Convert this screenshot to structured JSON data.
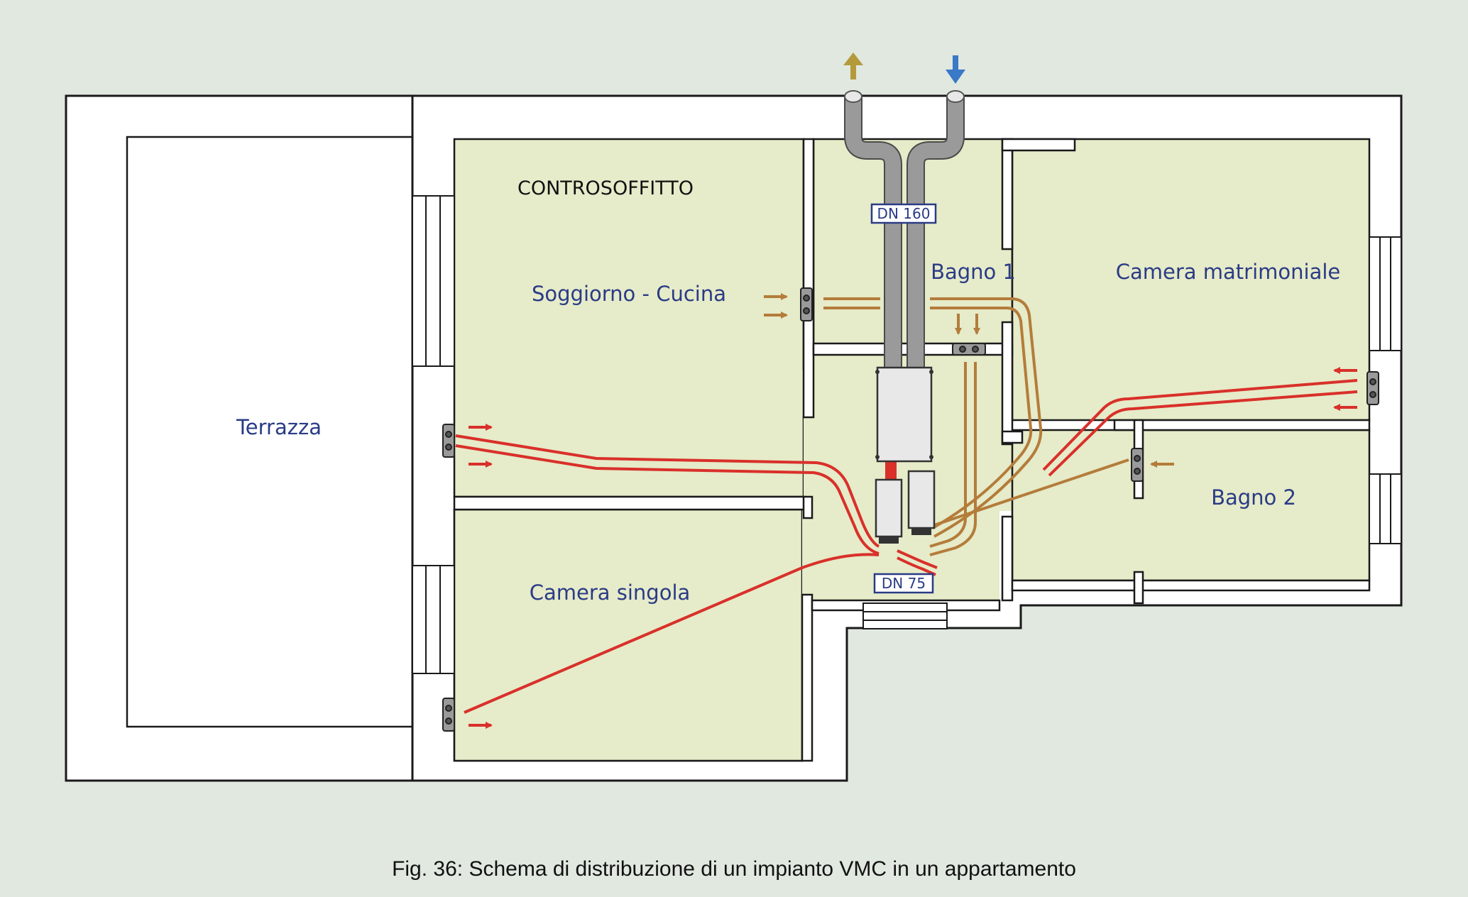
{
  "diagram": {
    "labels": {
      "terrace": "Terrazza",
      "false_ceiling": "CONTROSOFFITTO",
      "living_kitchen": "Soggiorno - Cucina",
      "bathroom_1": "Bagno 1",
      "master_bedroom": "Camera matrimoniale",
      "bathroom_2": "Bagno 2",
      "single_room": "Camera singola",
      "duct_main": "DN 160",
      "duct_branch": "DN 75"
    },
    "caption": "Fig. 36: Schema di distribuzione di un impianto VMC in un appartamento",
    "colors": {
      "background": "#e0e8df",
      "room_fill": "#e6ebc9",
      "wall": "#1a1a1a",
      "supply_air": "#d9302a",
      "extract_air": "#b47c3a",
      "main_duct": "#9a9a9a",
      "exhaust_arrow": "#b59a3c",
      "intake_arrow": "#3a78c8",
      "label_text": "#2a3b86"
    }
  }
}
